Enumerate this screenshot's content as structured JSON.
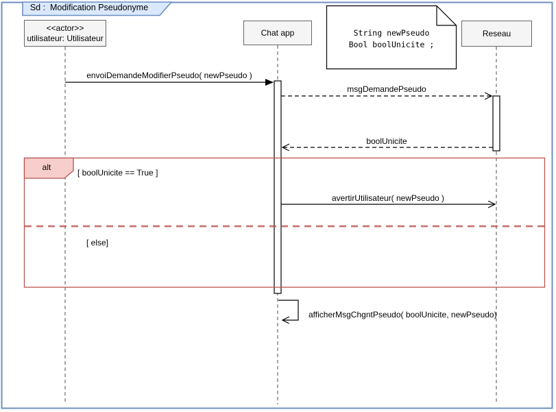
{
  "frame": {
    "title": "Sd :  Modification Pseudonyme"
  },
  "participants": {
    "utilisateur": {
      "stereotype": "<<actor>>",
      "name": "utilisateur: Utilisateur"
    },
    "chat": {
      "name": "Chat app"
    },
    "reseau": {
      "name": "Reseau"
    }
  },
  "note": {
    "line1": "String newPseudo",
    "line2": "Bool boolUnicite ;"
  },
  "messages": {
    "envoi": "envoiDemandeModifierPseudo( newPseudo )",
    "demande": "msgDemandePseudo",
    "bool_retour": "boolUnicite",
    "avertir": "avertirUtilisateur( newPseudo )",
    "afficher": "afficherMsgChgntPseudo( boolUnicite, newPseudo)"
  },
  "alt_frame": {
    "operator": "alt",
    "guard_true": "[ boolUnicite == True ]",
    "guard_else": "[ else]"
  },
  "colors": {
    "frame_border": "#6c8ebf",
    "frame_label_fill": "#dae8fc",
    "participant_fill": "#f5f5f5",
    "participant_border": "#666666",
    "alt_border": "#b85450",
    "alt_label_fill": "#f8cecc",
    "line_color": "#000000",
    "lifeline_color": "#4d4d4d"
  }
}
